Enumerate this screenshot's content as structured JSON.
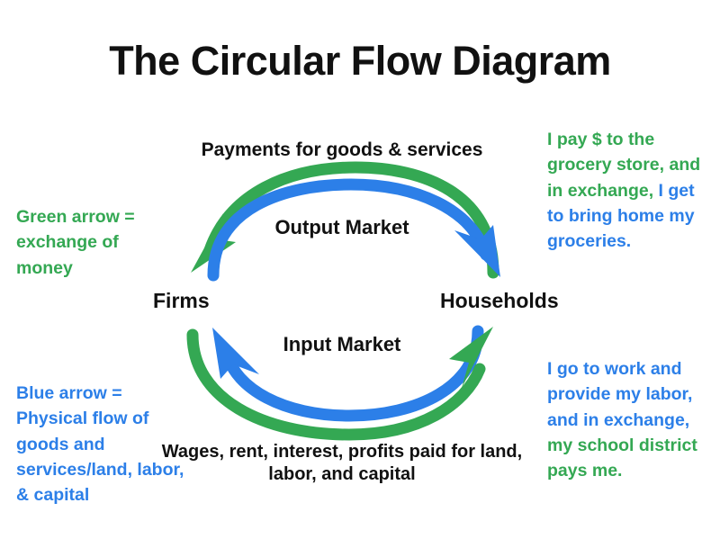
{
  "page": {
    "title": "The Circular Flow Diagram",
    "background": "#ffffff"
  },
  "colors": {
    "green": "#34A853",
    "blue": "#2C7FE8",
    "text": "#111111"
  },
  "diagram": {
    "top_caption": "Payments for goods & services",
    "bottom_caption": "Wages, rent, interest, profits paid for land, labor, and capital",
    "output_market_label": "Output Market",
    "input_market_label": "Input Market",
    "actors": {
      "left": "Firms",
      "right": "Households"
    }
  },
  "legend": {
    "green": "Green arrow = exchange of money",
    "blue": "Blue arrow = Physical flow of goods and services/land, labor, & capital"
  },
  "notes": {
    "goods": {
      "green_part": "I pay $ to the grocery store, and in exchange,",
      "blue_part": " I get to bring home my groceries."
    },
    "labor": {
      "blue_part": "I go to work and provide my labor, and in exchange,",
      "green_part": " my school district pays me."
    }
  },
  "arrows": [
    {
      "name": "payments-for-goods",
      "color": "#34A853",
      "from": "Households",
      "to": "Firms",
      "meaning": "exchange of money",
      "position": "top-outer"
    },
    {
      "name": "goods-and-services",
      "color": "#2C7FE8",
      "from": "Firms",
      "to": "Households",
      "meaning": "physical flow of goods and services",
      "position": "top-inner"
    },
    {
      "name": "land-labor-capital",
      "color": "#2C7FE8",
      "from": "Households",
      "to": "Firms",
      "meaning": "physical flow of land, labor, capital",
      "position": "bottom-inner"
    },
    {
      "name": "wages-rent-interest-profits",
      "color": "#34A853",
      "from": "Firms",
      "to": "Households",
      "meaning": "exchange of money",
      "position": "bottom-outer"
    }
  ]
}
